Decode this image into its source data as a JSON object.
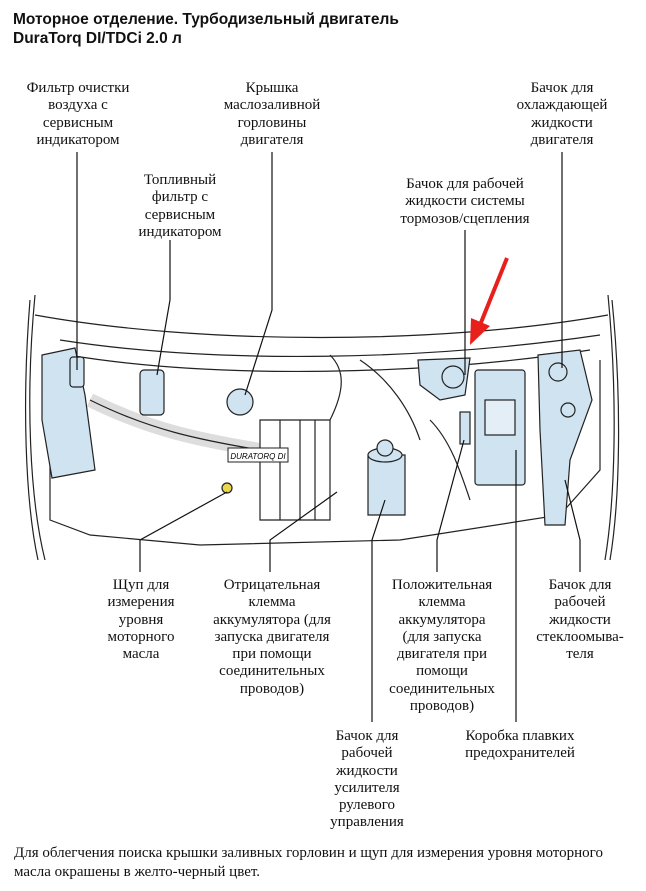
{
  "title": {
    "line1": "Моторное отделение. Турбодизельный двигатель",
    "line2": "DuraTorq DI/TDCi 2.0 л"
  },
  "labels": {
    "air_filter": "Фильтр очистки\nвоздуха с\nсервисным\nиндикатором",
    "oil_filler": "Крышка\nмаслозаливной\nгорловины\nдвигателя",
    "coolant": "Бачок для\nохлаждающей\nжидкости\nдвигателя",
    "fuel_filter": "Топливный\nфильтр с\nсервисным\nиндикатором",
    "brake_fluid": "Бачок для рабочей\nжидкости системы\nтормозов/сцепления",
    "dipstick": "Щуп для\nизмерения\nуровня\nмоторного\nмасла",
    "negative_terminal": "Отрицательная\nклемма\nаккумулятора (для\nзапуска двигателя\nпри помощи\nсоединительных\nпроводов)",
    "positive_terminal": "Положительная\nклемма\nаккумулятора\n(для запуска\nдвигателя при\nпомощи\nсоединительных\nпроводов)",
    "washer": "Бачок для\nрабочей\nжидкости\nстеклоомыва-\nтеля",
    "power_steering": "Бачок для\nрабочей\nжидкости\nусилителя\nрулевого\nуправления",
    "fuse_box": "Коробка плавких\nпредохранителей"
  },
  "engine_badge": "DURATORQ DI",
  "footer": "Для облегчения поиска крышки заливных горловин и щуп для измерения уровня моторного масла окрашены в желто-черный цвет.",
  "colors": {
    "component_fill": "#cfe3f0",
    "arrow": "#e8201c",
    "line": "#111111"
  }
}
